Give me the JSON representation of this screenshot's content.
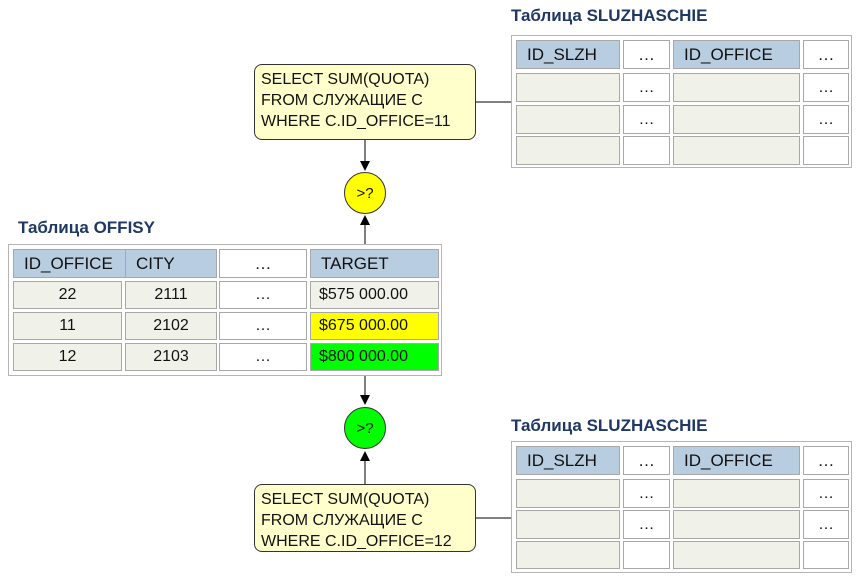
{
  "colors": {
    "title": "#1f3864",
    "header_fill": "#b9cde0",
    "cell_fill": "#f0f2ea",
    "query_fill": "#ffffcc",
    "op_top": "#ffff00",
    "op_bottom": "#00ff00",
    "highlight_yellow": "#ffff00",
    "highlight_green": "#00ff00"
  },
  "top_table": {
    "title": "Таблица SLUZHASCHIE",
    "headers": [
      "ID_SLZH",
      "…",
      "ID_OFFICE",
      "…"
    ],
    "rows": [
      [
        "",
        "…",
        "",
        "…"
      ],
      [
        "",
        "…",
        "",
        "…"
      ],
      [
        "",
        "",
        "",
        ""
      ]
    ]
  },
  "top_query": {
    "lines": [
      "SELECT SUM(QUOTA)",
      "FROM СЛУЖАЩИЕ С",
      "WHERE C.ID_OFFICE=11"
    ]
  },
  "top_op": {
    "label": ">?"
  },
  "offices_table": {
    "title": "Таблица OFFISY",
    "headers": [
      "ID_OFFICE",
      "CITY",
      "…",
      "TARGET"
    ],
    "rows": [
      [
        "22",
        "2111",
        "…",
        "$575 000.00"
      ],
      [
        "11",
        "2102",
        "…",
        "$675 000.00"
      ],
      [
        "12",
        "2103",
        "…",
        "$800 000.00"
      ]
    ]
  },
  "bottom_op": {
    "label": ">?"
  },
  "bottom_query": {
    "lines": [
      "SELECT SUM(QUOTA)",
      "FROM СЛУЖАЩИЕ С",
      "WHERE C.ID_OFFICE=12"
    ]
  },
  "bottom_table": {
    "title": "Таблица SLUZHASCHIE",
    "headers": [
      "ID_SLZH",
      "…",
      "ID_OFFICE",
      "…"
    ],
    "rows": [
      [
        "",
        "…",
        "",
        "…"
      ],
      [
        "",
        "…",
        "",
        "…"
      ],
      [
        "",
        "",
        "",
        ""
      ]
    ]
  }
}
